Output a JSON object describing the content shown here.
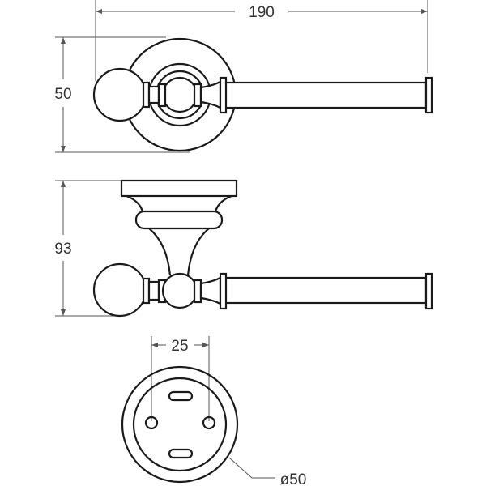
{
  "dimensions": {
    "length": "190",
    "height_top_view": "50",
    "height_side_view": "93",
    "hole_spacing": "25",
    "base_diameter": "ø50"
  },
  "colors": {
    "line": "#1a1a1a",
    "dimension": "#555555"
  }
}
